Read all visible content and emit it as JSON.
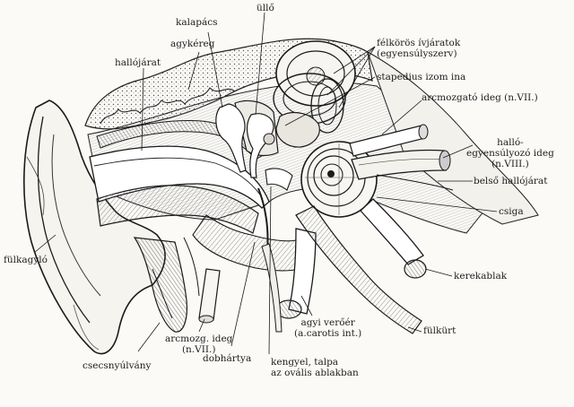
{
  "labels": {
    "kalapacs": "kalapács",
    "ullo": "üllő",
    "agykereg": "agykéreg",
    "hallojarat": "hallójárat",
    "felkoros_1": "félkörös ívjáratok",
    "felkoros_2": "(egyensúlyszerv)",
    "stapedius": "stapedius izom ina",
    "arcmozgato": "arcmozgató ideg (n.VII.)",
    "hallo_1": "halló-",
    "hallo_2": "egyensúlyozó ideg",
    "hallo_3": "(n.VIII.)",
    "belso": "belső hallójárat",
    "csiga": "csiga",
    "fulkagylo": "fülkagyló",
    "kerekablak": "kerekablak",
    "agyi_1": "agyi verőér",
    "agyi_2": "(a.carotis int.)",
    "fulkurt": "fülkürt",
    "arcmozg_1": "arcmozg. ideg",
    "arcmozg_2": "(n.VII.)",
    "csecsnyulvany": "csecsnyúlvány",
    "dobhartya": "dobhártya",
    "kengyel_1": "kengyel, talpa",
    "kengyel_2": "az ovális ablakban"
  }
}
